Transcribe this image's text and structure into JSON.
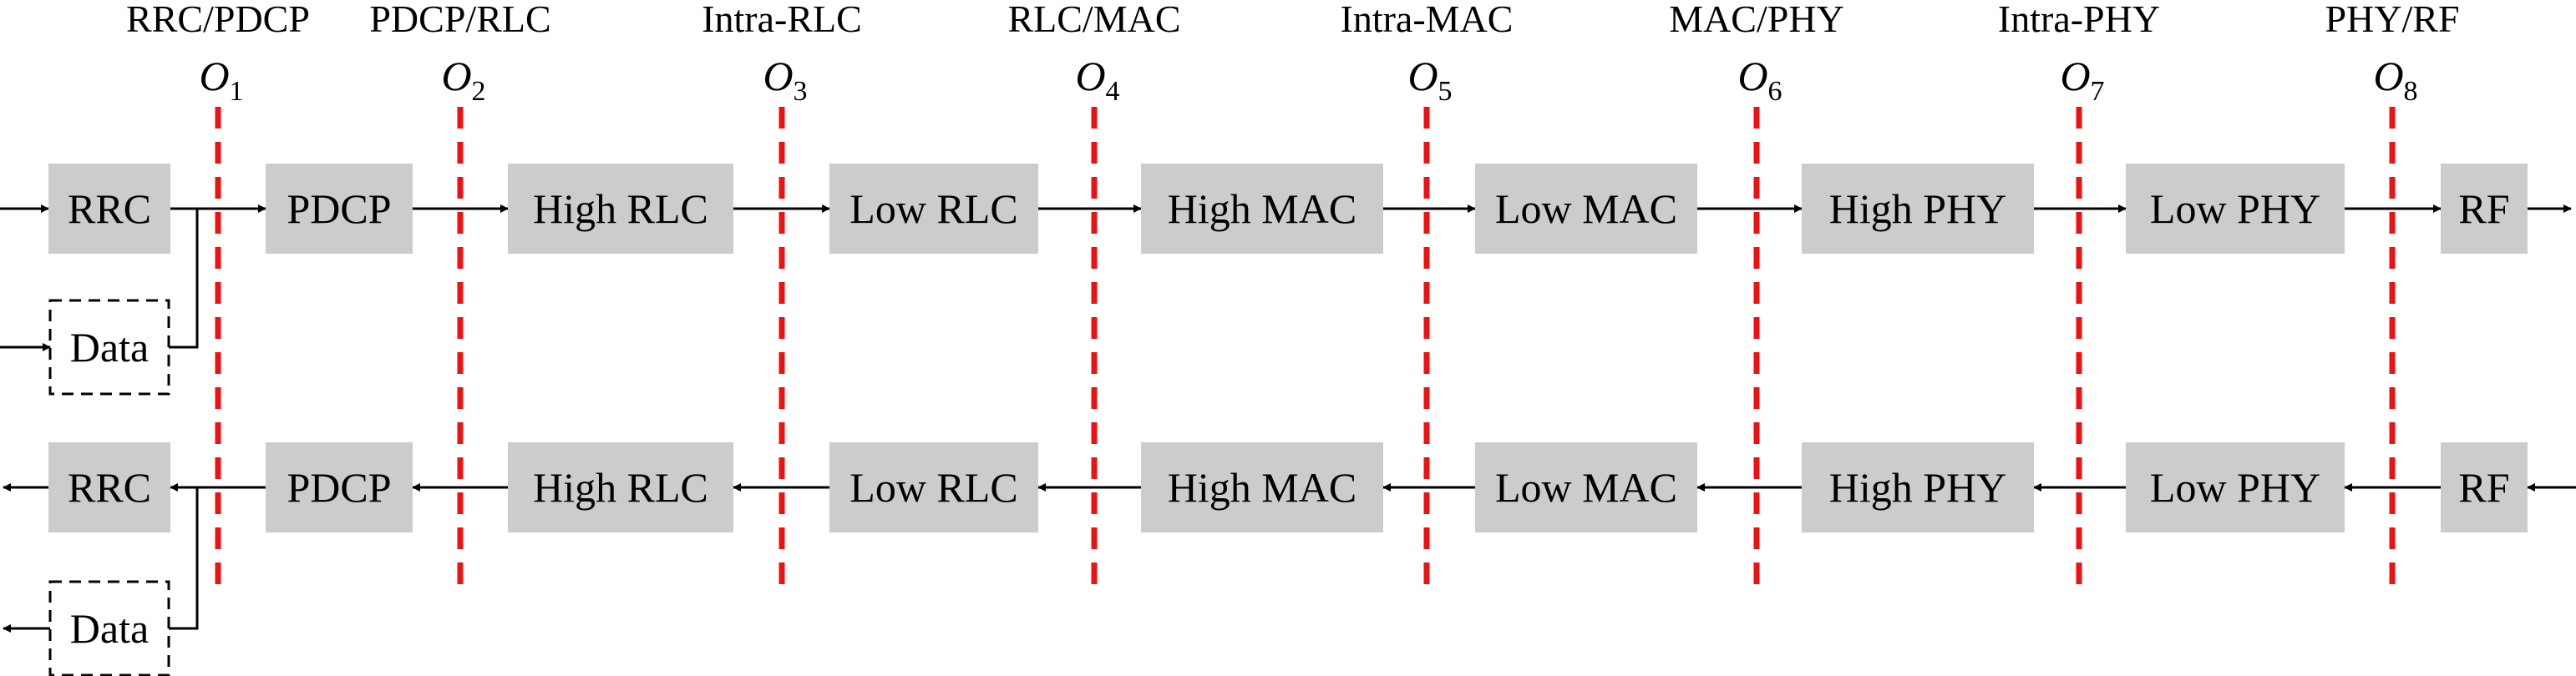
{
  "splits": [
    {
      "title": "RRC/PDCP",
      "symbol": "O",
      "index": "1"
    },
    {
      "title": "PDCP/RLC",
      "symbol": "O",
      "index": "2"
    },
    {
      "title": "Intra-RLC",
      "symbol": "O",
      "index": "3"
    },
    {
      "title": "RLC/MAC",
      "symbol": "O",
      "index": "4"
    },
    {
      "title": "Intra-MAC",
      "symbol": "O",
      "index": "5"
    },
    {
      "title": "MAC/PHY",
      "symbol": "O",
      "index": "6"
    },
    {
      "title": "Intra-PHY",
      "symbol": "O",
      "index": "7"
    },
    {
      "title": "PHY/RF",
      "symbol": "O",
      "index": "8"
    }
  ],
  "blocks": [
    "RRC",
    "PDCP",
    "High RLC",
    "Low RLC",
    "High MAC",
    "Low MAC",
    "High PHY",
    "Low PHY",
    "RF"
  ],
  "data_label": "Data",
  "colors": {
    "block_fill": "#cccccc",
    "split_line": "#ee1111",
    "arrow": "#000000"
  }
}
